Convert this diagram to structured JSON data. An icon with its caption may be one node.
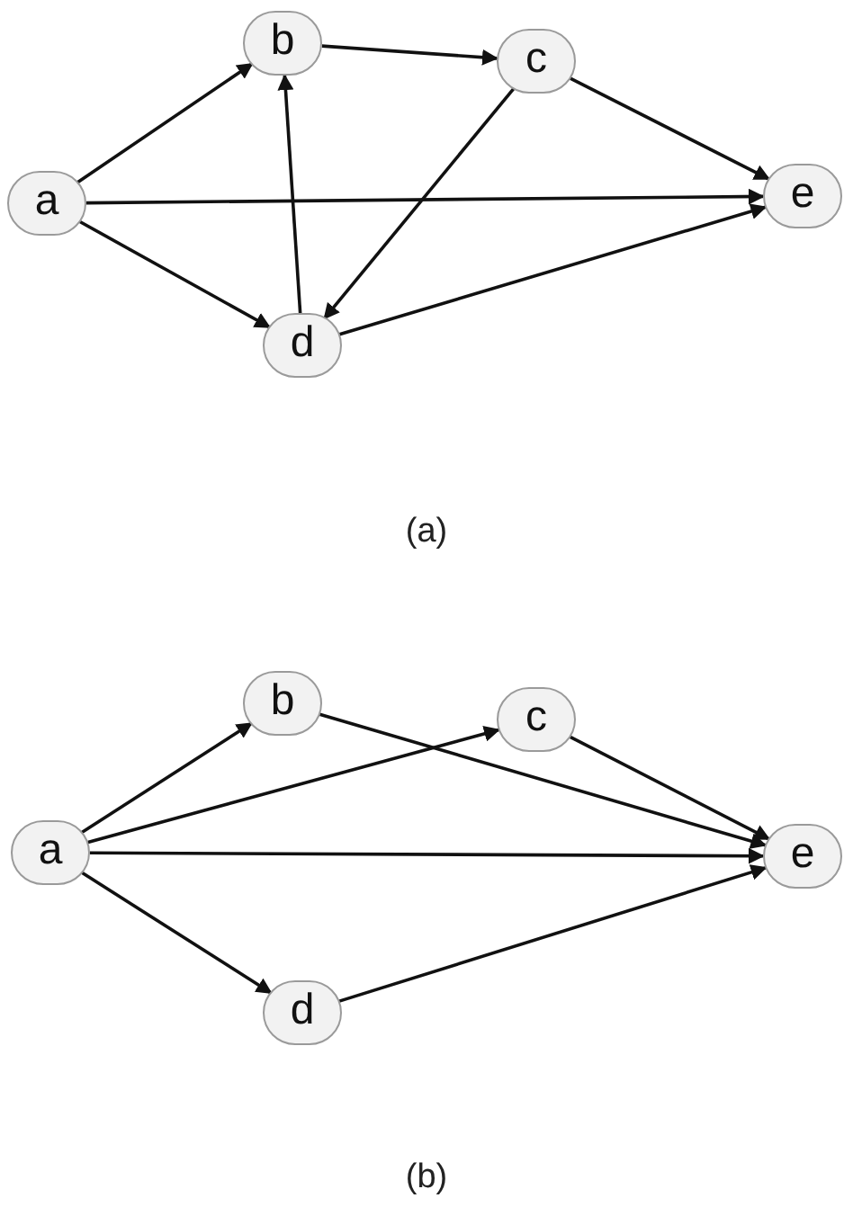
{
  "diagram": {
    "nodes": [
      {
        "text": [
          "a"
        ]
      },
      {
        "text": [
          "b"
        ]
      },
      {
        "text": [
          "c"
        ]
      },
      {
        "text": [
          "d"
        ]
      },
      {
        "text": [
          "e"
        ]
      },
      {
        "text": [
          "a"
        ]
      },
      {
        "text": [
          "b"
        ]
      },
      {
        "text": [
          "c"
        ]
      },
      {
        "text": [
          "d"
        ]
      },
      {
        "text": [
          "e"
        ]
      }
    ],
    "edges": [
      {
        "from": 0,
        "to": 1,
        "arrow": "to"
      },
      {
        "from": 1,
        "to": 2,
        "arrow": "to"
      },
      {
        "from": 2,
        "to": 4,
        "arrow": "to"
      },
      {
        "from": 0,
        "to": 4,
        "arrow": "to"
      },
      {
        "from": 0,
        "to": 3,
        "arrow": "to"
      },
      {
        "from": 3,
        "to": 1,
        "arrow": "to"
      },
      {
        "from": 2,
        "to": 3,
        "arrow": "to"
      },
      {
        "from": 3,
        "to": 4,
        "arrow": "to"
      },
      {
        "from": 5,
        "to": 6,
        "arrow": "to"
      },
      {
        "from": 5,
        "to": 7,
        "arrow": "to"
      },
      {
        "from": 5,
        "to": 9,
        "arrow": "to"
      },
      {
        "from": 5,
        "to": 8,
        "arrow": "to"
      },
      {
        "from": 6,
        "to": 9,
        "arrow": "to"
      },
      {
        "from": 7,
        "to": 9,
        "arrow": "to"
      },
      {
        "from": 8,
        "to": 9,
        "arrow": "to"
      }
    ],
    "labels": [
      "(a)",
      "(b)"
    ]
  }
}
